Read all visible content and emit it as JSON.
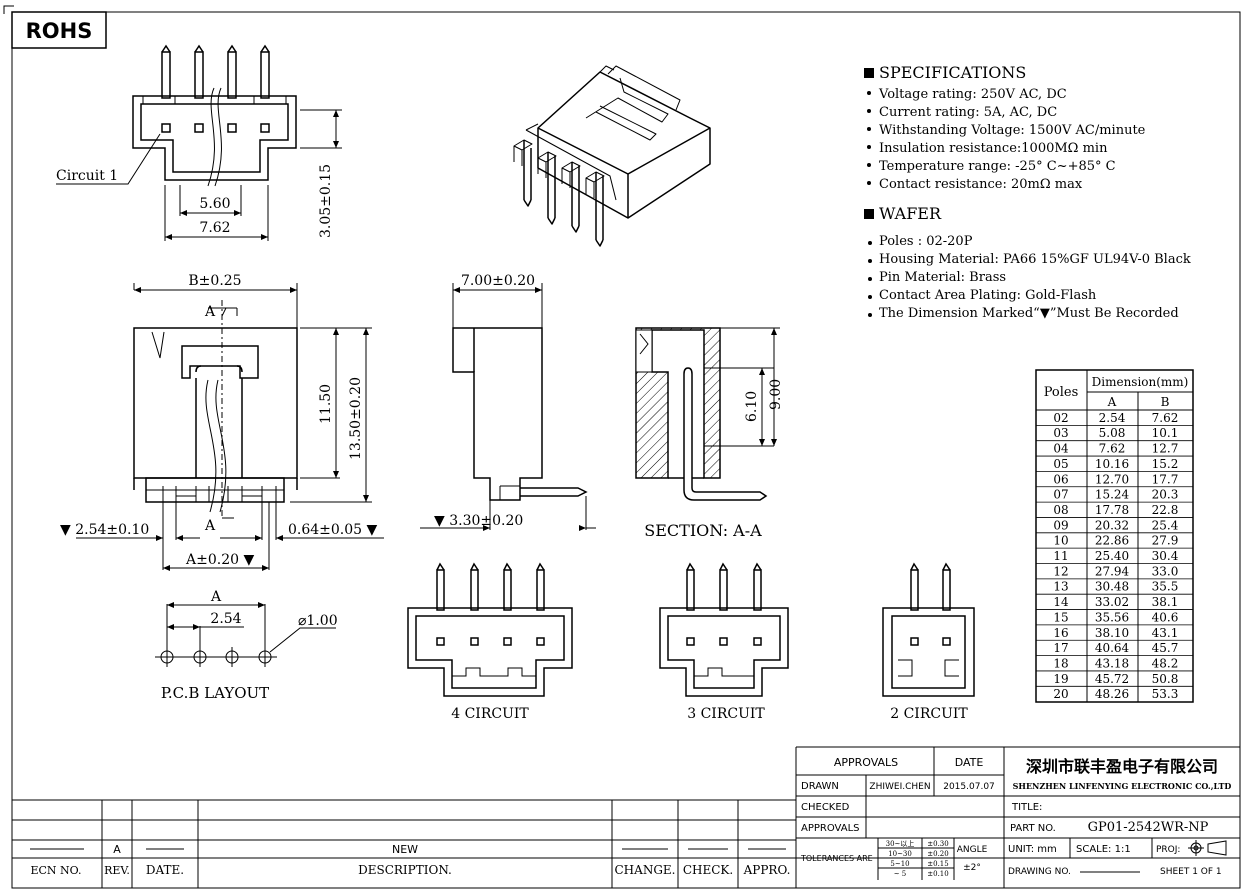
{
  "badge": "ROHS",
  "specs": {
    "title": "SPECIFICATIONS",
    "items": [
      "Voltage rating: 250V AC, DC",
      "Current rating: 5A, AC, DC",
      "Withstanding Voltage: 1500V AC/minute",
      "Insulation resistance:1000MΩ min",
      "Temperature range: -25° C~+85° C",
      "Contact resistance: 20mΩ max"
    ]
  },
  "wafer": {
    "title": "WAFER",
    "items": [
      "Poles : 02-20P",
      "Housing Material: PA66 15%GF UL94V-0 Black",
      "Pin Material: Brass",
      "Contact Area Plating: Gold-Flash",
      "The Dimension Marked“▼”Must Be Recorded"
    ]
  },
  "top_view": {
    "circuit_label": "Circuit 1",
    "dim_inner": "5.60",
    "dim_outer": "7.62",
    "dim_height": "3.05±0.15"
  },
  "front_view": {
    "dim_top": "B±0.25",
    "label_a_top": "A",
    "label_a_bottom": "A",
    "dim_11": "11.50",
    "dim_13": "13.50±0.20",
    "dim_pitch": "▼ 2.54±0.10",
    "dim_pin": "0.64±0.05 ▼",
    "dim_a": "A±0.20 ▼"
  },
  "side_view": {
    "dim_top": "7.00±0.20",
    "dim_bottom": "▼ 3.30±0.20"
  },
  "section": {
    "label": "SECTION: A-A",
    "dim_inner": "6.10",
    "dim_outer": "9.00"
  },
  "pcb": {
    "dim_a": "A",
    "dim_pitch": "2.54",
    "dim_hole": "⌀1.00",
    "label": "P.C.B  LAYOUT"
  },
  "circuits": {
    "c4": "4 CIRCUIT",
    "c3": "3 CIRCUIT",
    "c2": "2 CIRCUIT"
  },
  "dim_table": {
    "col_poles": "Poles",
    "col_dim": "Dimension(mm)",
    "col_a": "A",
    "col_b": "B",
    "rows": [
      [
        "02",
        "2.54",
        "7.62"
      ],
      [
        "03",
        "5.08",
        "10.1"
      ],
      [
        "04",
        "7.62",
        "12.7"
      ],
      [
        "05",
        "10.16",
        "15.2"
      ],
      [
        "06",
        "12.70",
        "17.7"
      ],
      [
        "07",
        "15.24",
        "20.3"
      ],
      [
        "08",
        "17.78",
        "22.8"
      ],
      [
        "09",
        "20.32",
        "25.4"
      ],
      [
        "10",
        "22.86",
        "27.9"
      ],
      [
        "11",
        "25.40",
        "30.4"
      ],
      [
        "12",
        "27.94",
        "33.0"
      ],
      [
        "13",
        "30.48",
        "35.5"
      ],
      [
        "14",
        "33.02",
        "38.1"
      ],
      [
        "15",
        "35.56",
        "40.6"
      ],
      [
        "16",
        "38.10",
        "43.1"
      ],
      [
        "17",
        "40.64",
        "45.7"
      ],
      [
        "18",
        "43.18",
        "48.2"
      ],
      [
        "19",
        "45.72",
        "50.8"
      ],
      [
        "20",
        "48.26",
        "53.3"
      ]
    ]
  },
  "title_block": {
    "approvals_header": "APPROVALS",
    "date_header": "DATE",
    "company_cn": "深圳市联丰盈电子有限公司",
    "company_en": "SHENZHEN LINFENYING ELECTRONIC CO.,LTD",
    "drawn_label": "DRAWN",
    "drawn_by": "ZHIWEI.CHEN",
    "drawn_date": "2015.07.07",
    "checked_label": "CHECKED",
    "approvals_label": "APPROVALS",
    "title_label": "TITLE:",
    "part_no_label": "PART NO.",
    "part_no": "GP01-2542WR-NP",
    "tolerances_label": "TOLERANCES ARE",
    "tol_rows": [
      [
        "30~以上",
        "±0.30"
      ],
      [
        "10~30",
        "±0.20"
      ],
      [
        "5~10",
        "±0.15"
      ],
      [
        "~ 5",
        "±0.10"
      ]
    ],
    "angle_label": "ANGLE",
    "angle_value": "±2°",
    "unit": "UNIT: mm",
    "scale": "SCALE:  1:1",
    "proj": "PROJ:",
    "drawing_no_label": "DRAWING NO.",
    "sheet": "SHEET  1 OF 1"
  },
  "revision_block": {
    "rev_value": "A",
    "description_value": "NEW",
    "headers": [
      "ECN NO.",
      "REV.",
      "DATE.",
      "DESCRIPTION.",
      "CHANGE.",
      "CHECK.",
      "APPRO."
    ]
  }
}
